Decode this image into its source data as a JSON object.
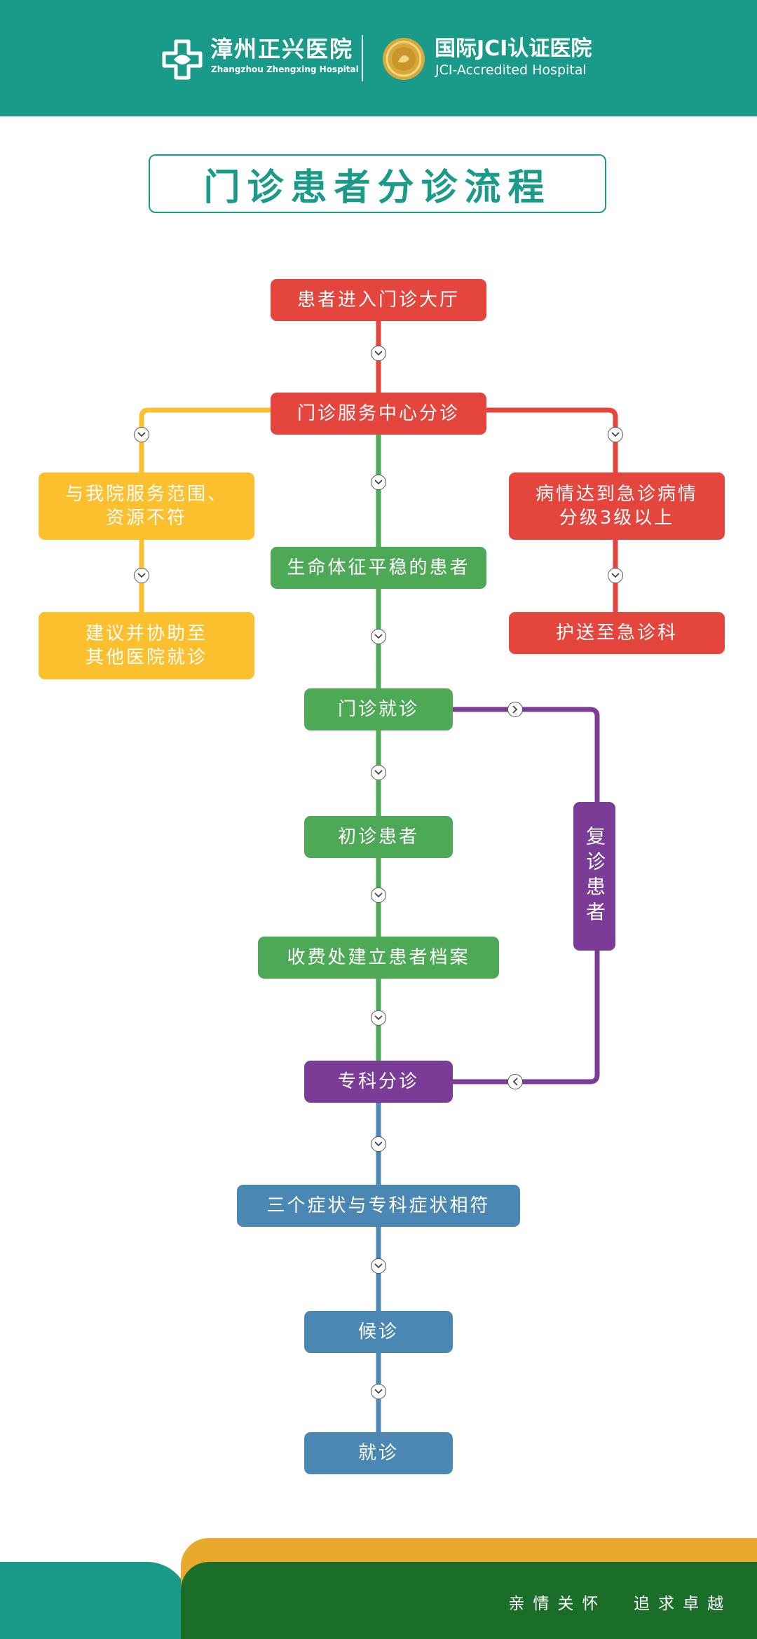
{
  "header": {
    "hospital_name": "漳州正兴医院",
    "hospital_name_en": "Zhangzhou Zhengxing Hospital",
    "jci_title": "国际JCI认证医院",
    "jci_title_en": "JCI-Accredited Hospital"
  },
  "title": "门诊患者分诊流程",
  "nodes": {
    "enter_hall": "患者进入门诊大厅",
    "service_center": "门诊服务中心分诊",
    "not_matching_line1": "与我院服务范围、",
    "not_matching_line2": "资源不符",
    "refer_line1": "建议并协助至",
    "refer_line2": "其他医院就诊",
    "emergency_line1": "病情达到急诊病情",
    "emergency_line2": "分级3级以上",
    "escort_emergency": "护送至急诊科",
    "stable_vitals": "生命体征平稳的患者",
    "outpatient_visit": "门诊就诊",
    "first_visit": "初诊患者",
    "return_visit": "复诊患者",
    "registration": "收费处建立患者档案",
    "specialty_triage": "专科分诊",
    "symptoms_match": "三个症状与专科症状相符",
    "waiting": "候诊",
    "consultation": "就诊"
  },
  "footer": {
    "slogan_left": "亲情关怀",
    "slogan_right": "追求卓越"
  },
  "colors": {
    "teal": "#1a9b8a",
    "red": "#e4463e",
    "yellow": "#fcbf2d",
    "green": "#4ea957",
    "purple": "#7b3c97",
    "blue": "#4a87b2",
    "dark_green": "#1a6e2a",
    "orange": "#e8a92c"
  },
  "icons": [
    "cross-logo-icon",
    "jci-seal-icon",
    "chevron-down-icon",
    "chevron-right-icon",
    "chevron-left-icon"
  ]
}
